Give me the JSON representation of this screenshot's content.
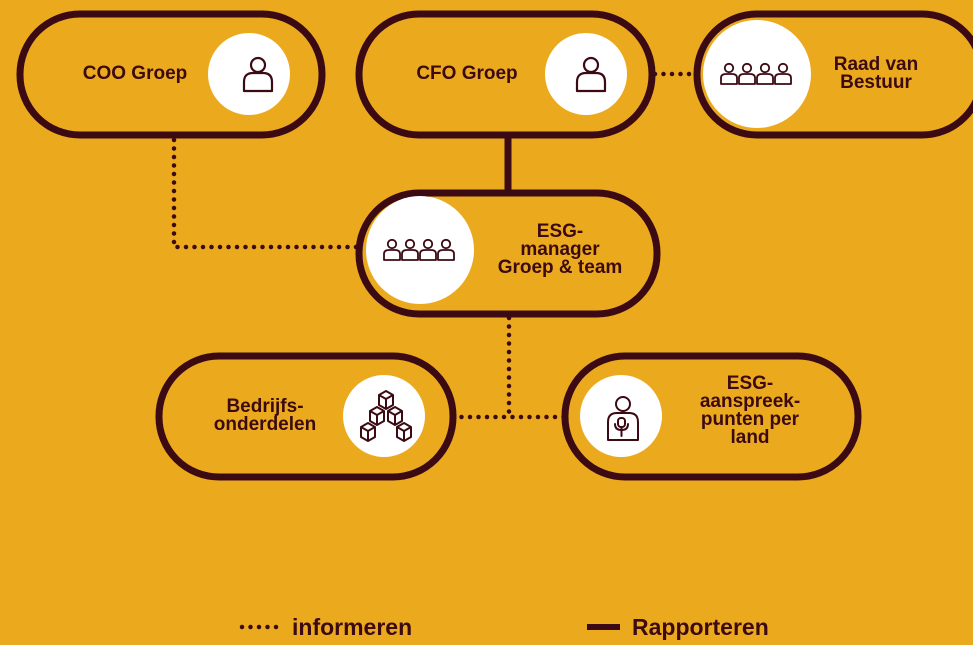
{
  "colors": {
    "background": "#EBAA1E",
    "dark": "#3B0A12",
    "circle": "#FFFFFF"
  },
  "nodes": {
    "coo": {
      "label": "COO Groep",
      "icon": "person-icon"
    },
    "cfo": {
      "label": "CFO Groep",
      "icon": "person-icon"
    },
    "raad": {
      "label": "Raad van\nBestuur",
      "icon": "group-icon"
    },
    "esg_manager": {
      "label": "ESG-\nmanager\nGroep & team",
      "icon": "group-icon"
    },
    "bedrijfs": {
      "label": "Bedrijfs-\nonderdelen",
      "icon": "boxes-icon"
    },
    "aanspreek": {
      "label": "ESG-\naanspreek-\npunten per\nland",
      "icon": "speaker-icon"
    }
  },
  "legend": {
    "informeren": "informeren",
    "rapporteren": "Rapporteren"
  }
}
